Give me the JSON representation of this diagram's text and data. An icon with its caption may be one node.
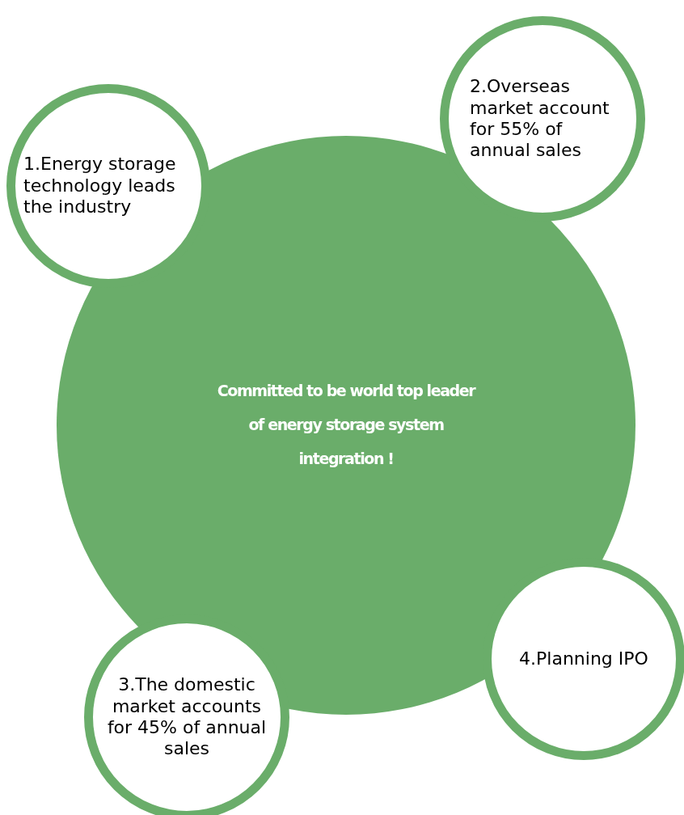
{
  "diagram": {
    "nodes": [
      {
        "text": [
          "Committed to be world top leader of energy storage system integration !"
        ]
      },
      {
        "text": [
          "1.Energy storage technology leads the industry"
        ]
      },
      {
        "text": [
          "2.Overseas market account for 55% of annual sales"
        ]
      },
      {
        "text": [
          "3.The domestic market accounts for 45% of annual sales"
        ]
      },
      {
        "text": [
          "4.Planning IPO"
        ]
      }
    ],
    "edges": []
  }
}
